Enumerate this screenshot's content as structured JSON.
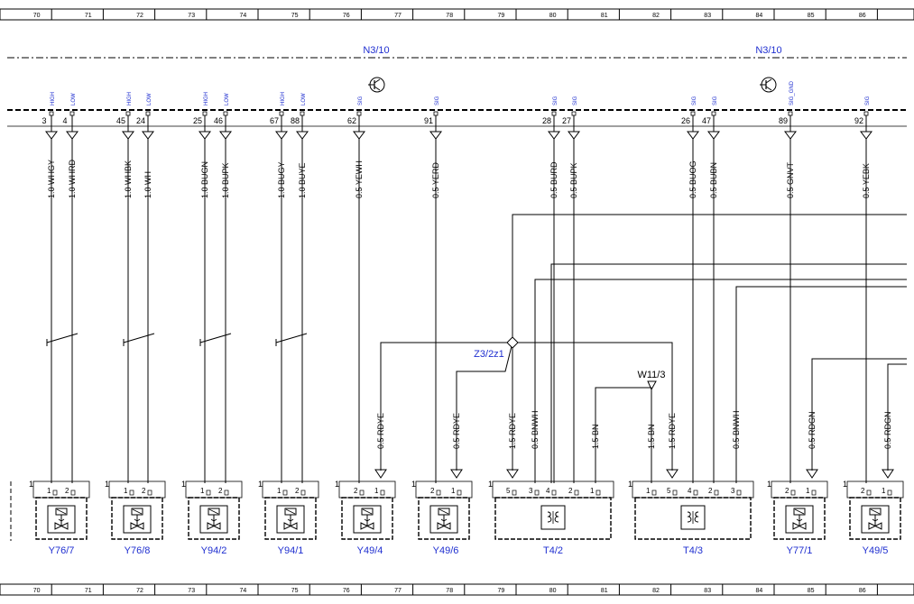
{
  "ruler": {
    "numbers": [
      "70",
      "71",
      "72",
      "73",
      "74",
      "75",
      "76",
      "77",
      "78",
      "79",
      "80",
      "81",
      "82",
      "83",
      "84",
      "85",
      "86"
    ]
  },
  "ecu": {
    "label_left": "N3/10",
    "label_right": "N3/10"
  },
  "colors": {
    "wire": "#000000",
    "label_blue": "#1f2fd0",
    "ink": "#000000"
  },
  "pins": [
    {
      "number": "3",
      "tag": "HIGH",
      "wire": "1.0 WHGY"
    },
    {
      "number": "4",
      "tag": "LOW",
      "wire": "1.0 WHRD"
    },
    {
      "number": "45",
      "tag": "HIGH",
      "wire": "1.0 WHBK"
    },
    {
      "number": "24",
      "tag": "LOW",
      "wire": "1.0 WH"
    },
    {
      "number": "25",
      "tag": "HIGH",
      "wire": "1.0 BUGN"
    },
    {
      "number": "46",
      "tag": "LOW",
      "wire": "1.0 BUPK"
    },
    {
      "number": "67",
      "tag": "HIGH",
      "wire": "1.0 BUGY"
    },
    {
      "number": "88",
      "tag": "LOW",
      "wire": "1.0 BUYE"
    },
    {
      "number": "62",
      "tag": "SIG",
      "wire": "0.5 YEWH"
    },
    {
      "number": "91",
      "tag": "SIG",
      "wire": "0.5 YERD"
    },
    {
      "number": "28",
      "tag": "SIG",
      "wire": "0.5 BURD"
    },
    {
      "number": "27",
      "tag": "SIG",
      "wire": "0.5 BUPK"
    },
    {
      "number": "26",
      "tag": "SIG",
      "wire": "0.5 BUOG"
    },
    {
      "number": "47",
      "tag": "SIG",
      "wire": "0.5 BUBN"
    },
    {
      "number": "89",
      "tag": "SIG_GND",
      "wire": "0.5 GNVT"
    },
    {
      "number": "92",
      "tag": "SIG",
      "wire": "0.5 YEBK"
    }
  ],
  "splices": {
    "z3": "Z3/2z1",
    "w11": "W11/3"
  },
  "lower_wires": {
    "rdye_1": "0.5 RDYE",
    "rdye_2": "0.5 RDYE",
    "rdye_3": "1.5 RDYE",
    "bnwh_1": "0.5 BNWH",
    "bn_1": "1.5 BN",
    "bn_2": "1.5 BN",
    "rdye_4": "1.5 RDYE",
    "bnwh_2": "0.5 BNWH",
    "rdgn_1": "0.5 RDGN",
    "rdgn_2": "0.5 RDGN"
  },
  "components": [
    {
      "name": "Y76/7",
      "pins": [
        "1",
        "2"
      ],
      "corner": "1"
    },
    {
      "name": "Y76/8",
      "pins": [
        "1",
        "2"
      ],
      "corner": "1"
    },
    {
      "name": "Y94/2",
      "pins": [
        "1",
        "2"
      ],
      "corner": "1"
    },
    {
      "name": "Y94/1",
      "pins": [
        "1",
        "2"
      ],
      "corner": "1"
    },
    {
      "name": "Y49/4",
      "pins": [
        "2",
        "1"
      ],
      "corner": "1"
    },
    {
      "name": "Y49/6",
      "pins": [
        "2",
        "1"
      ],
      "corner": "1"
    },
    {
      "name": "T4/2",
      "pins": [
        "5",
        "3",
        "4",
        "2",
        "1"
      ],
      "corner": "1"
    },
    {
      "name": "T4/3",
      "pins": [
        "1",
        "5",
        "4",
        "2",
        "3"
      ],
      "corner": "1"
    },
    {
      "name": "Y77/1",
      "pins": [
        "2",
        "1"
      ],
      "corner": "1"
    },
    {
      "name": "Y49/5",
      "pins": [
        "2",
        "1"
      ],
      "corner": "1"
    }
  ]
}
